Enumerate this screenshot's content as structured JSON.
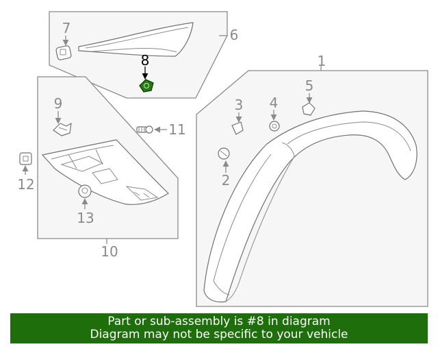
{
  "diagram": {
    "callouts": [
      "1",
      "2",
      "3",
      "4",
      "5",
      "6",
      "7",
      "8",
      "9",
      "10",
      "11",
      "12",
      "13"
    ],
    "highlighted_callout": "8",
    "highlight_color": "#1e6e0c"
  },
  "banner": {
    "line1": "Part or sub-assembly is #8 in diagram",
    "line2": "Diagram may not be specific to your vehicle",
    "background": "#1e6e0c"
  }
}
